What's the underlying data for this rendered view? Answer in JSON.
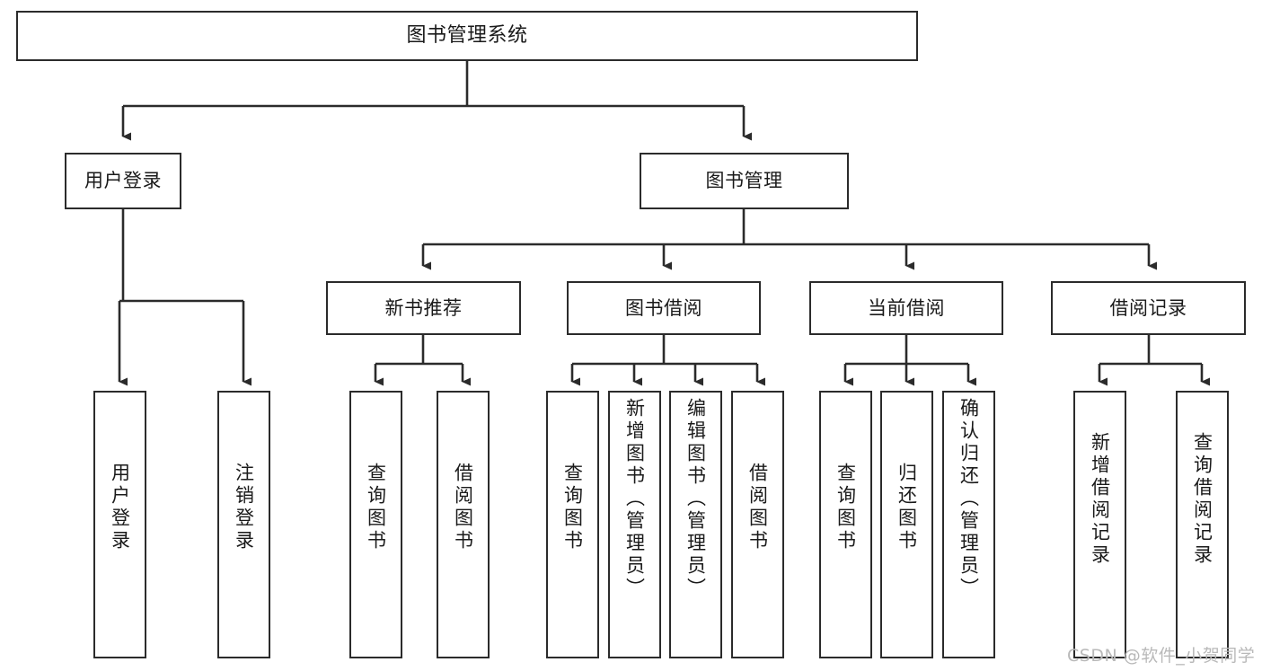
{
  "diagram": {
    "title": "图书管理系统",
    "type": "tree",
    "watermark": "CSDN @软件_小贺同学",
    "colors": {
      "stroke": "#2b2b2b",
      "fill": "#ffffff",
      "text": "#1a1a1a",
      "watermark": "#b9b9b9"
    },
    "nodes": {
      "root": {
        "label": "图书管理系统"
      },
      "level2": [
        {
          "id": "user-login",
          "label": "用户登录"
        },
        {
          "id": "book-manage",
          "label": "图书管理"
        }
      ],
      "level3": [
        {
          "id": "new-book-rec",
          "label": "新书推荐"
        },
        {
          "id": "book-borrow",
          "label": "图书借阅"
        },
        {
          "id": "current-borrow",
          "label": "当前借阅"
        },
        {
          "id": "borrow-record",
          "label": "借阅记录"
        }
      ],
      "leaves": {
        "user-login": [
          {
            "id": "leaf-user-login",
            "label": "用户登录"
          },
          {
            "id": "leaf-logout",
            "label": "注销登录"
          }
        ],
        "new-book-rec": [
          {
            "id": "leaf-query-book-1",
            "label": "查询图书"
          },
          {
            "id": "leaf-borrow-book-1",
            "label": "借阅图书"
          }
        ],
        "book-borrow": [
          {
            "id": "leaf-query-book-2",
            "label": "查询图书"
          },
          {
            "id": "leaf-add-book",
            "label": "新增图书（管理员）"
          },
          {
            "id": "leaf-edit-book",
            "label": "编辑图书（管理员）"
          },
          {
            "id": "leaf-borrow-book-2",
            "label": "借阅图书"
          }
        ],
        "current-borrow": [
          {
            "id": "leaf-query-book-3",
            "label": "查询图书"
          },
          {
            "id": "leaf-return-book",
            "label": "归还图书"
          },
          {
            "id": "leaf-confirm-return",
            "label": "确认归还（管理员）"
          }
        ],
        "borrow-record": [
          {
            "id": "leaf-add-record",
            "label": "新增借阅记录"
          },
          {
            "id": "leaf-query-record",
            "label": "查询借阅记录"
          }
        ]
      }
    }
  }
}
